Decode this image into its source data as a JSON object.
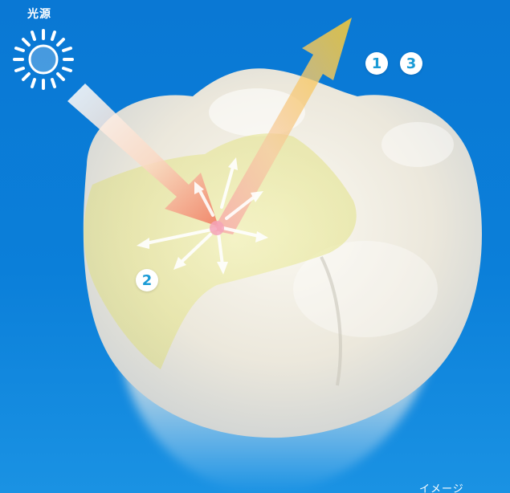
{
  "labels": {
    "light_source": "光源",
    "image_caption": "イメージ"
  },
  "badges": {
    "one": "1",
    "two": "2",
    "three": "3"
  },
  "colors": {
    "background": "#0b7fd9",
    "tooth": "#f4f1e8",
    "dentin_overlay": "#e6e58a",
    "incoming_arrow": "#f08a6a",
    "reflected_arrow": "#f7c84a",
    "badge_text": "#1a9bd6"
  },
  "icons": [
    "sun-icon",
    "incident-light-arrow",
    "reflected-light-arrow",
    "scatter-arrows"
  ]
}
